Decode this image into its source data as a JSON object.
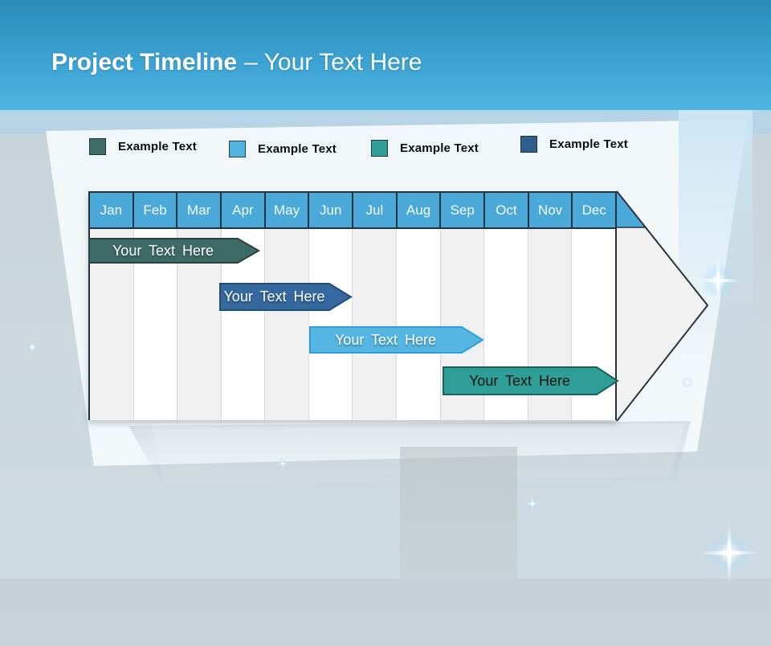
{
  "slide": {
    "title": {
      "bold": "Project Timeline",
      "light": "– Your Text Here"
    },
    "header_gradient_top": "#2b8cbc",
    "header_gradient_bottom": "#4fb5e3"
  },
  "legend": {
    "items": [
      {
        "label": "Example Text",
        "color": "#3F6D66"
      },
      {
        "label": "Example Text",
        "color": "#52B5E0"
      },
      {
        "label": "Example Text",
        "color": "#2E9E96"
      },
      {
        "label": "Example Text",
        "color": "#2D5E8E"
      }
    ]
  },
  "timeline": {
    "type": "gantt-arrow",
    "header_color": "#4AA9D8",
    "months": [
      "Jan",
      "Feb",
      "Mar",
      "Apr",
      "May",
      "Jun",
      "Jul",
      "Aug",
      "Sep",
      "Oct",
      "Nov",
      "Dec"
    ],
    "bars": [
      {
        "label": "Your Text Here",
        "color": "#3E6B65",
        "border": "#2A433F",
        "text_color": "#ffffff",
        "start_month": "Jan",
        "end_month": "Mar"
      },
      {
        "label": "Your Text Here",
        "color": "#35689F",
        "border": "#1F4E79",
        "text_color": "#ffffff",
        "start_month": "Apr",
        "end_month": "Jun"
      },
      {
        "label": "Your Text Here",
        "color": "#55B6E3",
        "border": "#2E9FD4",
        "text_color": "#ffffff",
        "start_month": "Jun",
        "end_month": "Sep"
      },
      {
        "label": "Your Text Here",
        "color": "#2F9E97",
        "border": "#1C615C",
        "text_color": "#141414",
        "start_month": "Sep",
        "end_month": "Dec"
      }
    ]
  }
}
